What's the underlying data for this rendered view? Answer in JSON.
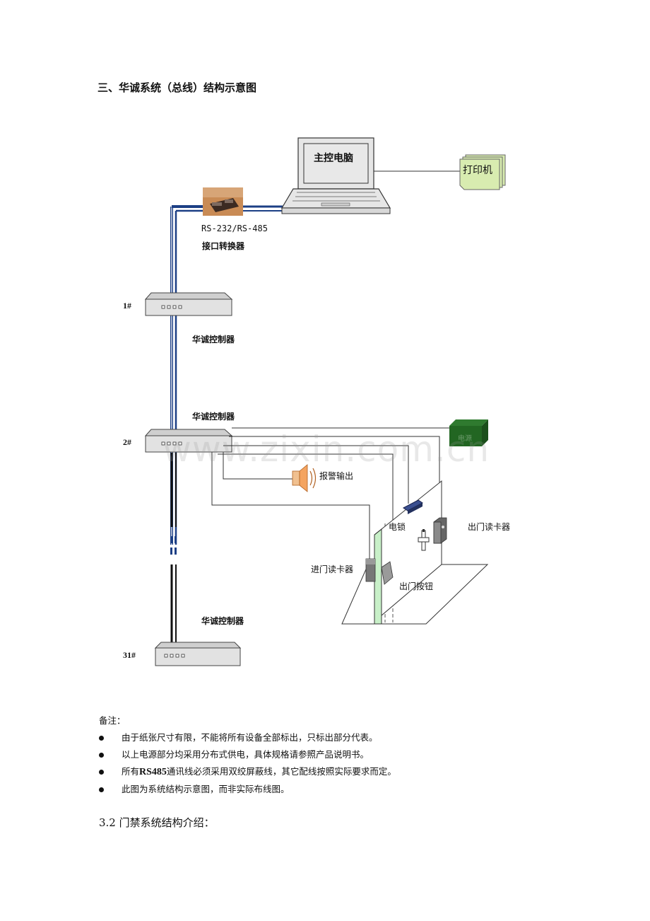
{
  "heading": "三、华诚系统（总线）结构示意图",
  "diagram": {
    "pc_label": "主控电脑",
    "printer_label": "打印机",
    "converter_model": "RS-232/RS-485",
    "converter_label": "接口转换器",
    "controller_label": "华诚控制器",
    "controller_numbers": [
      "1#",
      "2#",
      "31#"
    ],
    "power_label": "电源",
    "alarm_label": "报警输出",
    "lock_label": "电锁",
    "exit_reader_label": "出门读卡器",
    "entry_reader_label": "进门读卡器",
    "exit_button_label": "出门按钮"
  },
  "notes": {
    "title": "备注：",
    "items": [
      "由于纸张尺寸有限，不能将所有设备全部标出，只标出部分代表。",
      "以上电源部分均采用分布式供电，具体规格请参照产品说明书。",
      "此图为系统结构示意图，而非实际布线图。"
    ],
    "item3_prefix": "所有",
    "item3_bold": "RS485",
    "item3_suffix": "通讯线必须采用双绞屏蔽线，其它配线按照实际要求而定。"
  },
  "section_heading": "3.2 门禁系统结构介绍：",
  "watermark": "www.zixin.com.cn"
}
